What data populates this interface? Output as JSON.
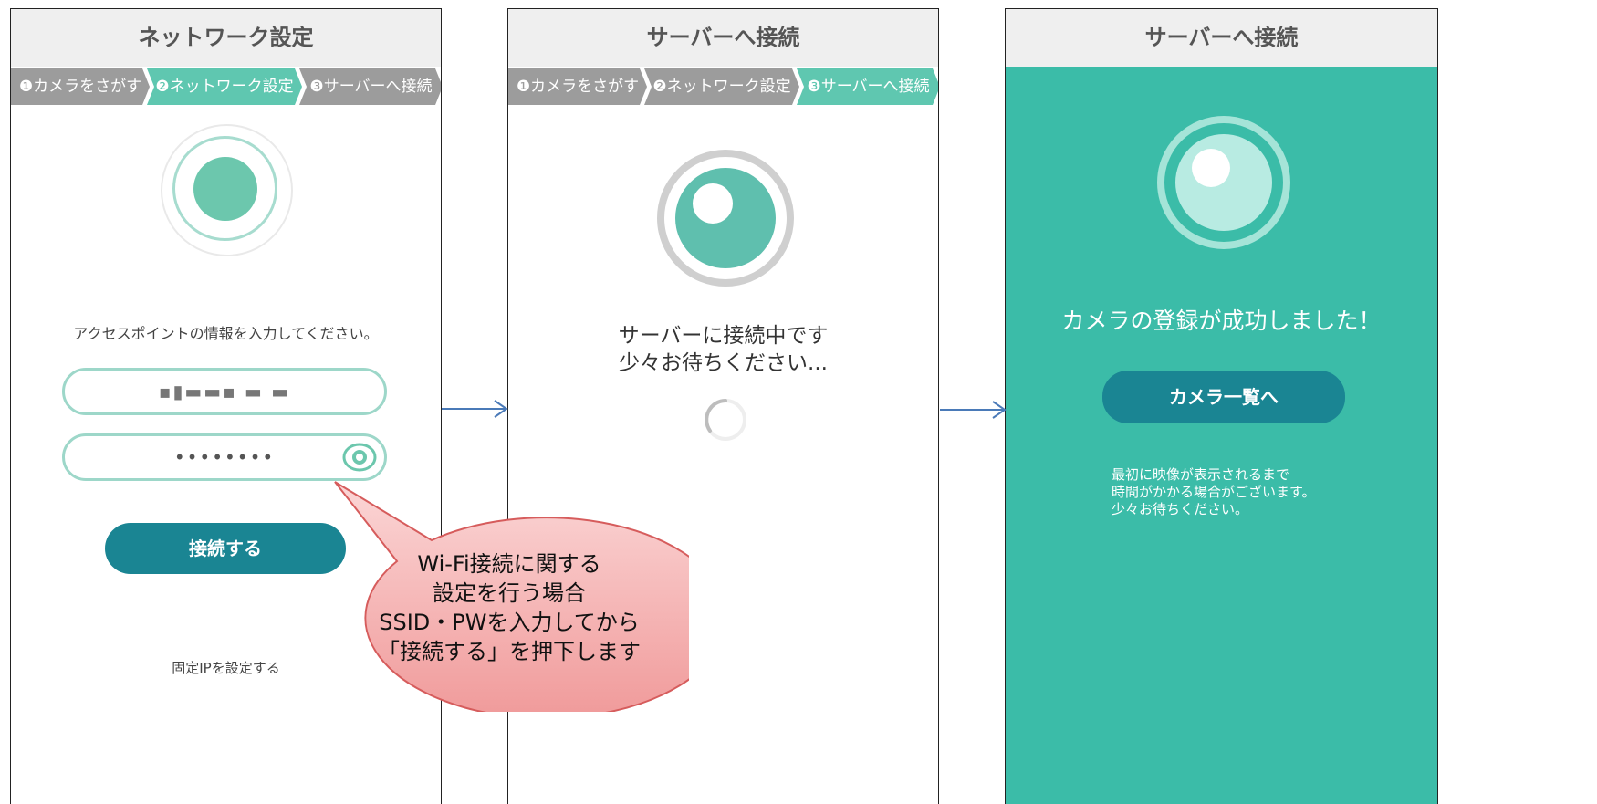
{
  "screen1": {
    "title": "ネットワーク設定",
    "steps": [
      "❶カメラをさがす",
      "❷ネットワーク設定",
      "❸サーバーへ接続"
    ],
    "instruction": "アクセスポイントの情報を入力してください。",
    "ssid_value": "▪▮▬▬▪ ▬ ▬",
    "password_value": "••••••••",
    "connect_button": "接続する",
    "static_ip_link": "固定IPを設定する"
  },
  "screen2": {
    "title": "サーバーへ接続",
    "steps": [
      "❶カメラをさがす",
      "❷ネットワーク設定",
      "❸サーバーへ接続"
    ],
    "message_line1": "サーバーに接続中です",
    "message_line2": "少々お待ちください..."
  },
  "screen3": {
    "title": "サーバーへ接続",
    "success_message": "カメラの登録が成功しました！",
    "camera_list_button": "カメラ一覧へ",
    "note_line1": "最初に映像が表示されるまで",
    "note_line2": "時間がかかる場合がございます。",
    "note_line3": "少々お待ちください。"
  },
  "callout": {
    "line1": "Wi-Fi接続に関する",
    "line2": "設定を行う場合",
    "line3": "SSID・PWを入力してから",
    "line4": "「接続する」を押下します"
  },
  "colors": {
    "accent_teal": "#5fc7b0",
    "button_blue": "#1a8593",
    "success_bg": "#3bbca8",
    "callout_fill": "#f4a7a7",
    "arrow_blue": "#4a7ab8"
  }
}
